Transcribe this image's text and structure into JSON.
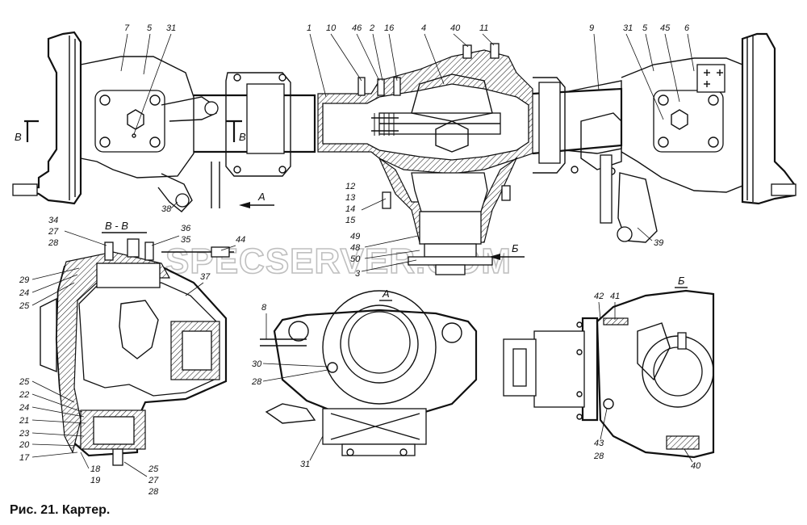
{
  "caption": "Рис. 21. Картер.",
  "watermark": "SPECSERVER.COM",
  "view_labels": {
    "section_bb": "В - В",
    "view_a": "А",
    "view_b": "Б",
    "arrow_a": "А",
    "arrow_b": "Б",
    "section_left": "В",
    "section_right": "В"
  },
  "callouts": {
    "top": [
      "7",
      "5",
      "31",
      "1",
      "10",
      "46",
      "2",
      "16",
      "4",
      "40",
      "11",
      "9",
      "31",
      "5",
      "45",
      "6"
    ],
    "center_stack": [
      "12",
      "13",
      "14",
      "15",
      "49",
      "48",
      "50",
      "3"
    ],
    "right_lower": [
      "39"
    ],
    "left_lower": [
      "38"
    ],
    "bb_top_left": [
      "34",
      "27",
      "28"
    ],
    "bb_top_right": [
      "36",
      "35",
      "44",
      "37"
    ],
    "bb_left": [
      "29",
      "24",
      "25"
    ],
    "bb_bottom_left": [
      "25",
      "22",
      "24",
      "21",
      "23",
      "20",
      "17",
      "18",
      "19"
    ],
    "bb_bottom_right": [
      "25",
      "27",
      "28"
    ],
    "view_a": [
      "8",
      "30",
      "28",
      "31"
    ],
    "view_b": [
      "42",
      "41",
      "43",
      "28",
      "40"
    ]
  }
}
